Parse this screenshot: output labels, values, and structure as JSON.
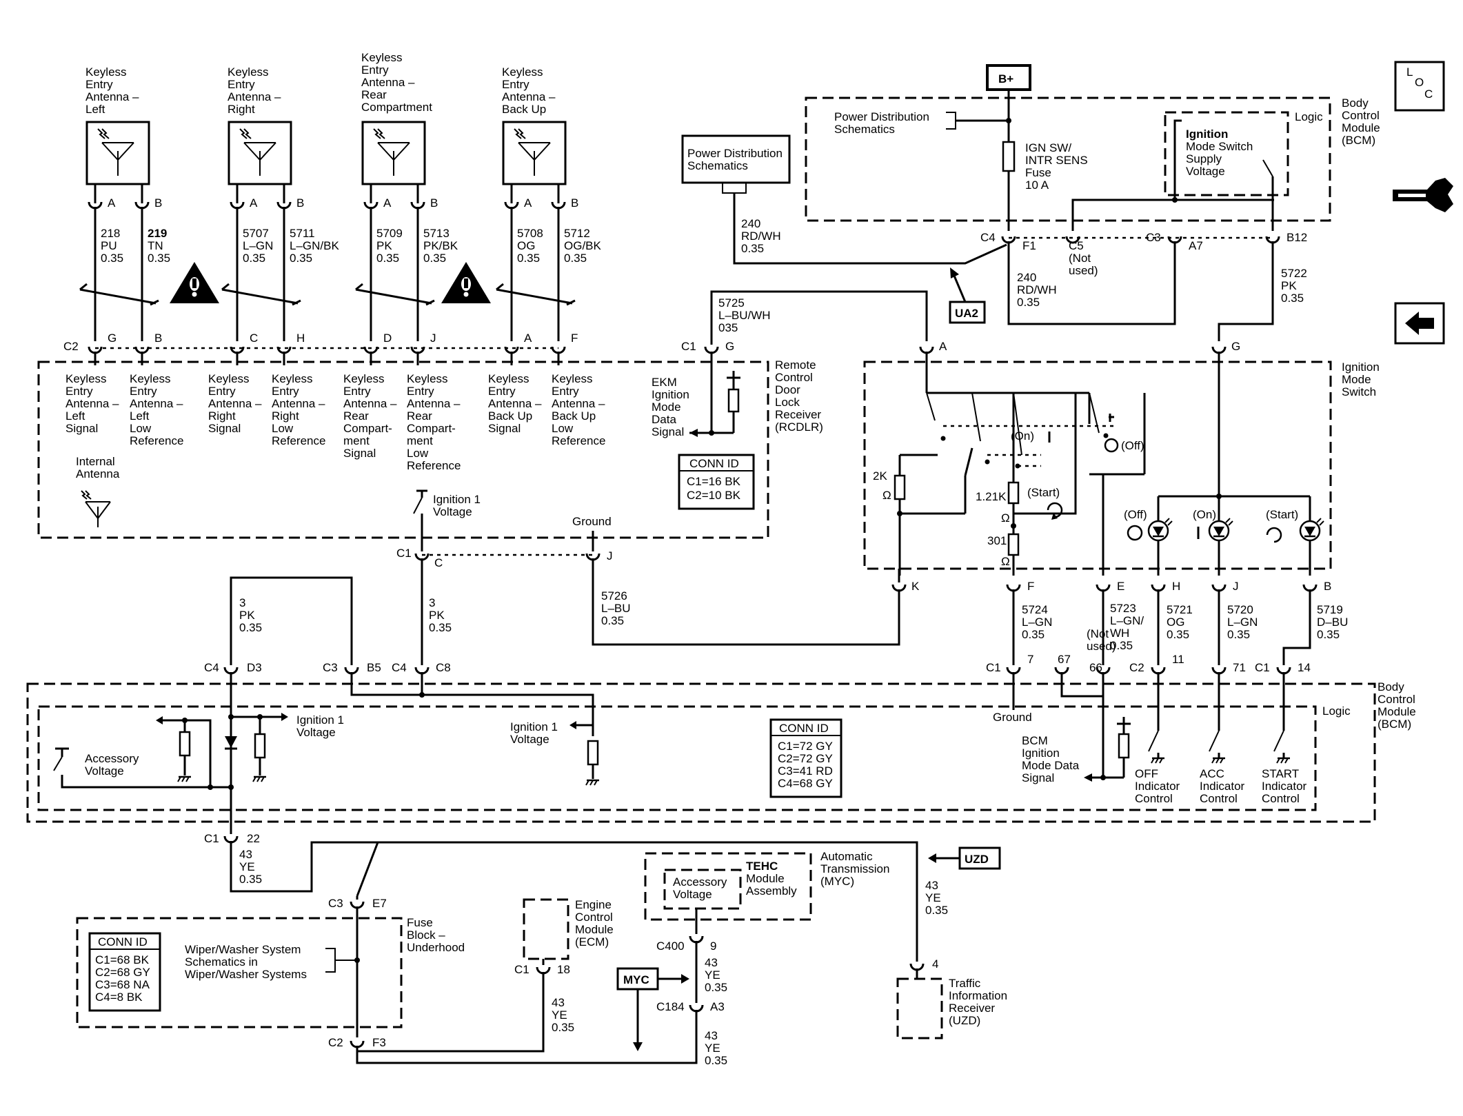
{
  "antennas": [
    {
      "title": [
        "Keyless",
        "Entry",
        "Antenna –",
        "Left"
      ],
      "pinA": "A",
      "pinB": "B",
      "wireA": [
        "218",
        "PU",
        "0.35"
      ],
      "wireB": [
        "219",
        "TN",
        "0.35"
      ]
    },
    {
      "title": [
        "Keyless",
        "Entry",
        "Antenna –",
        "Right"
      ],
      "pinA": "A",
      "pinB": "B",
      "wireA": [
        "5707",
        "L–GN",
        "0.35"
      ],
      "wireB": [
        "5711",
        "L–GN/BK",
        "0.35"
      ]
    },
    {
      "title": [
        "Keyless",
        "Entry",
        "Antenna –",
        "Rear",
        "Compartment"
      ],
      "pinA": "A",
      "pinB": "B",
      "wireA": [
        "5709",
        "PK",
        "0.35"
      ],
      "wireB": [
        "5713",
        "PK/BK",
        "0.35"
      ]
    },
    {
      "title": [
        "Keyless",
        "Entry",
        "Antenna –",
        "Back Up"
      ],
      "pinA": "A",
      "pinB": "B",
      "wireA": [
        "5708",
        "OG",
        "0.35"
      ],
      "wireB": [
        "5712",
        "OG/BK",
        "0.35"
      ]
    }
  ],
  "rcdlr": {
    "name": [
      "Remote",
      "Control",
      "Door",
      "Lock",
      "Receiver",
      "(RCDLR)"
    ],
    "c2": "C2",
    "pins": [
      "G",
      "B",
      "C",
      "H",
      "D",
      "J",
      "A",
      "F"
    ],
    "signals": [
      [
        "Keyless",
        "Entry",
        "Antenna –",
        "Left",
        "Signal"
      ],
      [
        "Keyless",
        "Entry",
        "Antenna –",
        "Left",
        "Low",
        "Reference"
      ],
      [
        "Keyless",
        "Entry",
        "Antenna –",
        "Right",
        "Signal"
      ],
      [
        "Keyless",
        "Entry",
        "Antenna –",
        "Right",
        "Low",
        "Reference"
      ],
      [
        "Keyless",
        "Entry",
        "Antenna –",
        "Rear",
        "Compart-",
        "ment",
        "Signal"
      ],
      [
        "Keyless",
        "Entry",
        "Antenna –",
        "Rear",
        "Compart-",
        "ment",
        "Low",
        "Reference"
      ],
      [
        "Keyless",
        "Entry",
        "Antenna –",
        "Back Up",
        "Signal"
      ],
      [
        "Keyless",
        "Entry",
        "Antenna –",
        "Back Up",
        "Low",
        "Reference"
      ]
    ],
    "internal_antenna": [
      "Internal",
      "Antenna"
    ],
    "ign1": [
      "Ignition 1",
      "Voltage"
    ],
    "ground": "Ground",
    "ekm": [
      "EKM",
      "Ignition",
      "Mode",
      "Data",
      "Signal"
    ],
    "c1": "C1",
    "c1_pin_g": "G",
    "c1_pin_c": "C",
    "c1_pin_j": "J",
    "conn_title": "CONN ID",
    "conn": [
      "C1=16 BK",
      "C2=10 BK"
    ],
    "wire_5725": [
      "5725",
      "L–BU/WH",
      "035"
    ],
    "wire_5726": [
      "5726",
      "L–BU",
      "0.35"
    ]
  },
  "top": {
    "bplus": "B+",
    "pd_schem": [
      "Power Distribution",
      "Schematics"
    ],
    "pd_box": [
      "Power Distribution",
      "Schematics"
    ],
    "fuse": [
      "IGN SW/",
      "INTR SENS",
      "Fuse",
      "10 A"
    ],
    "logic": "Logic",
    "ims_supply": [
      "Ignition",
      "Mode Switch",
      "Supply",
      "Voltage"
    ],
    "bcm": [
      "Body",
      "Control",
      "Module",
      "(BCM)"
    ],
    "c4": "C4",
    "f1": "F1",
    "c5": [
      "C5",
      "(Not",
      "used)"
    ],
    "c3": "C3",
    "a7": "A7",
    "b12": "B12",
    "wire_240a": [
      "240",
      "RD/WH",
      "0.35"
    ],
    "wire_240b": [
      "240",
      "RD/WH",
      "0.35"
    ],
    "wire_5722": [
      "5722",
      "PK",
      "0.35"
    ],
    "ua2": "UA2",
    "loc": [
      "L",
      "O",
      "C"
    ]
  },
  "ims": {
    "name": [
      "Ignition",
      "Mode",
      "Switch"
    ],
    "pin_a": "A",
    "pin_g": "G",
    "on": "(On)",
    "off": "(Off)",
    "start": "(Start)",
    "r2k": "2K",
    "r121k": "1.21K",
    "r301": "301",
    "ohm": "Ω",
    "ind_off": "(Off)",
    "ind_on": "(On)",
    "ind_start": "(Start)",
    "pins_bottom": [
      "K",
      "F",
      "E",
      "H",
      "J",
      "B"
    ],
    "wires": [
      [
        "5724",
        "L–GN",
        "0.35"
      ],
      [
        "5723",
        "L–GN/",
        "WH",
        "0.35"
      ],
      [
        "5721",
        "OG",
        "0.35"
      ],
      [
        "5720",
        "L–GN",
        "0.35"
      ],
      [
        "5719",
        "D–BU",
        "0.35"
      ]
    ],
    "not_used": [
      "(Not",
      "used)"
    ]
  },
  "bcm_mid": {
    "wire_3pk_a": [
      "3",
      "PK",
      "0.35"
    ],
    "wire_3pk_b": [
      "3",
      "PK",
      "0.35"
    ],
    "c4a": "C4",
    "d3": "D3",
    "c3": "C3",
    "b5": "B5",
    "c4b": "C4",
    "c8": "C8",
    "c1r": "C1",
    "p7": "7",
    "p67": "67",
    "p66": "66",
    "c2r": "C2",
    "p11": "11",
    "p71": "71",
    "c1r2": "C1",
    "p14": "14",
    "ign1_a": [
      "Ignition 1",
      "Voltage"
    ],
    "ign1_b": [
      "Ignition 1",
      "Voltage"
    ],
    "acc": [
      "Accessory",
      "Voltage"
    ],
    "conn_title": "CONN ID",
    "conn": [
      "C1=72 GY",
      "C2=72 GY",
      "C3=41 RD",
      "C4=68 GY"
    ],
    "ground": "Ground",
    "bcm_data": [
      "BCM",
      "Ignition",
      "Mode Data",
      "Signal"
    ],
    "off_ctrl": [
      "OFF",
      "Indicator",
      "Control"
    ],
    "acc_ctrl": [
      "ACC",
      "Indicator",
      "Control"
    ],
    "start_ctrl": [
      "START",
      "Indicator",
      "Control"
    ],
    "logic": "Logic",
    "bcm": [
      "Body",
      "Control",
      "Module",
      "(BCM)"
    ]
  },
  "bottom": {
    "c1": "C1",
    "p22": "22",
    "wire_43a": [
      "43",
      "YE",
      "0.35"
    ],
    "c3": "C3",
    "e7": "E7",
    "fuse_block": [
      "Fuse",
      "Block –",
      "Underhood"
    ],
    "conn_title": "CONN ID",
    "conn": [
      "C1=68 BK",
      "C2=68 GY",
      "C3=68 NA",
      "C4=8 BK"
    ],
    "wiper": [
      "Wiper/Washer System",
      "Schematics in",
      "Wiper/Washer Systems"
    ],
    "c2": "C2",
    "f3": "F3",
    "ecm": [
      "Engine",
      "Control",
      "Module",
      "(ECM)"
    ],
    "ecm_c1": "C1",
    "p18": "18",
    "wire_43b": [
      "43",
      "YE",
      "0.35"
    ],
    "tehc": [
      "TEHC",
      "Module",
      "Assembly"
    ],
    "acc_v": [
      "Accessory",
      "Voltage"
    ],
    "auto_trans": [
      "Automatic",
      "Transmission",
      "(MYC)"
    ],
    "c400": "C400",
    "p9": "9",
    "wire_43c": [
      "43",
      "YE",
      "0.35"
    ],
    "myc": "MYC",
    "c184": "C184",
    "a3": "A3",
    "wire_43d": [
      "43",
      "YE",
      "0.35"
    ],
    "uzd": "UZD",
    "wire_43e": [
      "43",
      "YE",
      "0.35"
    ],
    "p4": "4",
    "tir": [
      "Traffic",
      "Information",
      "Receiver",
      "(UZD)"
    ]
  }
}
